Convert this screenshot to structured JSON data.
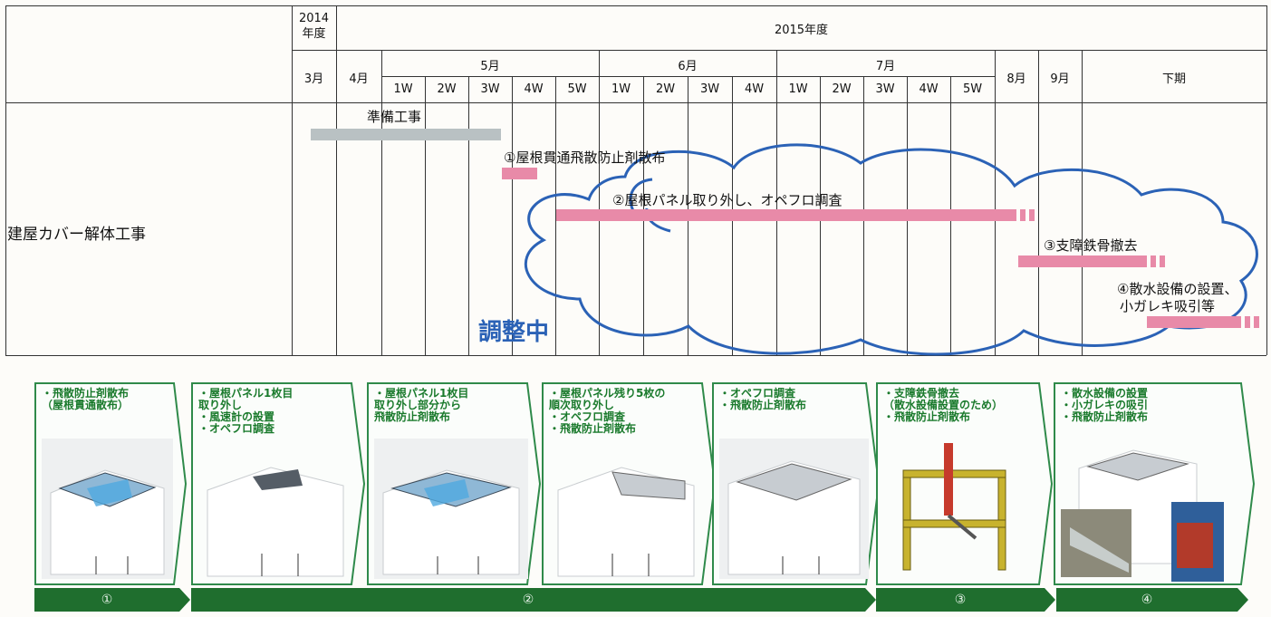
{
  "header": {
    "year_2014": "2014\n年度",
    "year_2015": "2015年度",
    "months": {
      "mar": "3月",
      "apr": "4月",
      "may": "5月",
      "jun": "6月",
      "jul": "7月",
      "aug": "8月",
      "sep": "9月",
      "second_half": "下期"
    },
    "weeks": {
      "may": [
        "1W",
        "2W",
        "3W",
        "4W",
        "5W"
      ],
      "jun": [
        "1W",
        "2W",
        "3W",
        "4W"
      ],
      "jul": [
        "1W",
        "2W",
        "3W",
        "4W",
        "5W"
      ]
    }
  },
  "row_title": "建屋カバー解体工事",
  "tasks": {
    "prep": "準備工事",
    "t1": "①屋根貫通飛散防止剤散布",
    "t2": "②屋根パネル取り外し、オペフロ調査",
    "t3": "③支障鉄骨撤去",
    "t4_line1": "④散水設備の設置、",
    "t4_line2": "小ガレキ吸引等"
  },
  "cloud_label": "調整中",
  "panels": [
    {
      "text": "・飛散防止剤散布\n（屋根貫通散布）"
    },
    {
      "text": "・屋根パネル1枚目\n取り外し\n・風速計の設置\n・オペフロ調査"
    },
    {
      "text": "・屋根パネル1枚目\n取り外し部分から\n飛散防止剤散布"
    },
    {
      "text": "・屋根パネル残り5枚の\n順次取り外し\n・オペフロ調査\n・飛散防止剤散布"
    },
    {
      "text": "・オペフロ調査\n・飛散防止剤散布"
    },
    {
      "text": "・支障鉄骨撤去\n（散水設備設置のため）\n・飛散防止剤散布"
    },
    {
      "text": "・散水設備の設置\n・小ガレキの吸引\n・飛散防止剤散布"
    }
  ],
  "phases": [
    "①",
    "②",
    "③",
    "④"
  ],
  "colors": {
    "bar": "#e88aa8",
    "prep_bar": "#b9c1c3",
    "cloud": "#2b62b6",
    "panel_green": "#2f8a4a",
    "phase_green": "#1f6e2e"
  }
}
